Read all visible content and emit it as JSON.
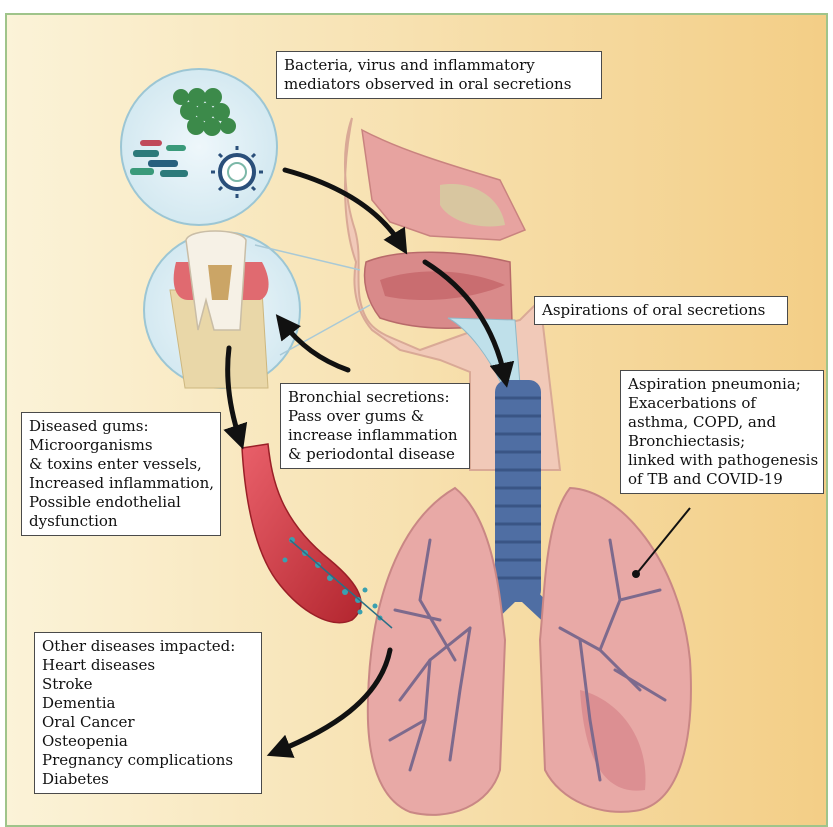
{
  "callouts": {
    "bacteria": [
      "Bacteria, virus and inflammatory",
      "mediators observed in oral secretions"
    ],
    "aspiration": [
      "Aspirations of oral secretions"
    ],
    "pneumonia": [
      "Aspiration pneumonia;",
      "Exacerbations of",
      "asthma, COPD, and",
      "Bronchiectasis;",
      "linked with pathogenesis",
      "of TB and COVID-19"
    ],
    "bronchial": [
      "Bronchial secretions:",
      "Pass over gums &",
      "increase inflammation",
      "& periodontal disease"
    ],
    "gums": [
      "Diseased gums:",
      "Microorganisms",
      "& toxins enter vessels,",
      "Increased inflammation,",
      "Possible endothelial",
      "dysfunction"
    ],
    "other": [
      "Other diseases impacted:",
      "Heart diseases",
      "Stroke",
      "Dementia",
      "Oral Cancer",
      "Osteopenia",
      "Pregnancy complications",
      "Diabetes"
    ]
  },
  "colors": {
    "background_start": "#fbf3d8",
    "background_end": "#f3ce86",
    "lung": "#e8a9a6",
    "airway": "#4f6ea3",
    "vessel": "#c9363f",
    "arrow": "#111111"
  }
}
